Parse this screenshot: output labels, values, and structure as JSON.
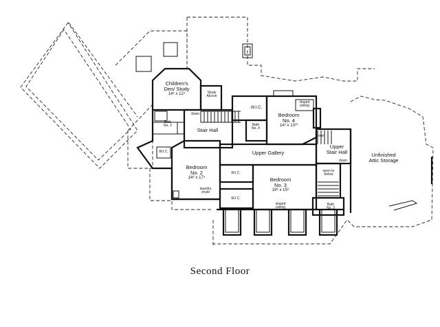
{
  "floor_title": "Second Floor",
  "rooms": {
    "childrens_den": {
      "name": "Children's\nDen/ Study",
      "dims": "14⁸ x 12⁴"
    },
    "study_alcove": "Study\nAlcove",
    "wic_top": "W.I.C.",
    "stair_down_top": "down",
    "stair_hall": "Stair Hall",
    "bath2": "Bath\nNo. 2",
    "bath4": "Bath\nNo. 4",
    "bedroom4": {
      "name": "Bedroom\nNo. 4",
      "dims": "14⁸ x 13¹⁰"
    },
    "sloped_ceiling_top": "sloped\nceiling",
    "wic_left": "W.I.C.",
    "bedroom2": {
      "name": "Bedroom\nNo. 2",
      "dims": "14⁸ x 17⁴"
    },
    "laundry_chute": "laundry\nchute",
    "upper_gallery": "Upper Gallery",
    "wic_mid": "W.I.C.",
    "wic_mid2": "W.I.C.",
    "bedroom3": {
      "name": "Bedroom\nNo. 3",
      "dims": "19⁶ x 15⁶"
    },
    "sloped_ceiling_bottom": "sloped\nceiling",
    "upper_stair_hall": "Upper\nStair Hall",
    "stair_down_right": "down",
    "stair_down_right2": "down",
    "open_to_below": "open to\nbelow",
    "bath3": "Bath\nNo. 3",
    "attic": "Unfinished\nAttic Storage"
  }
}
